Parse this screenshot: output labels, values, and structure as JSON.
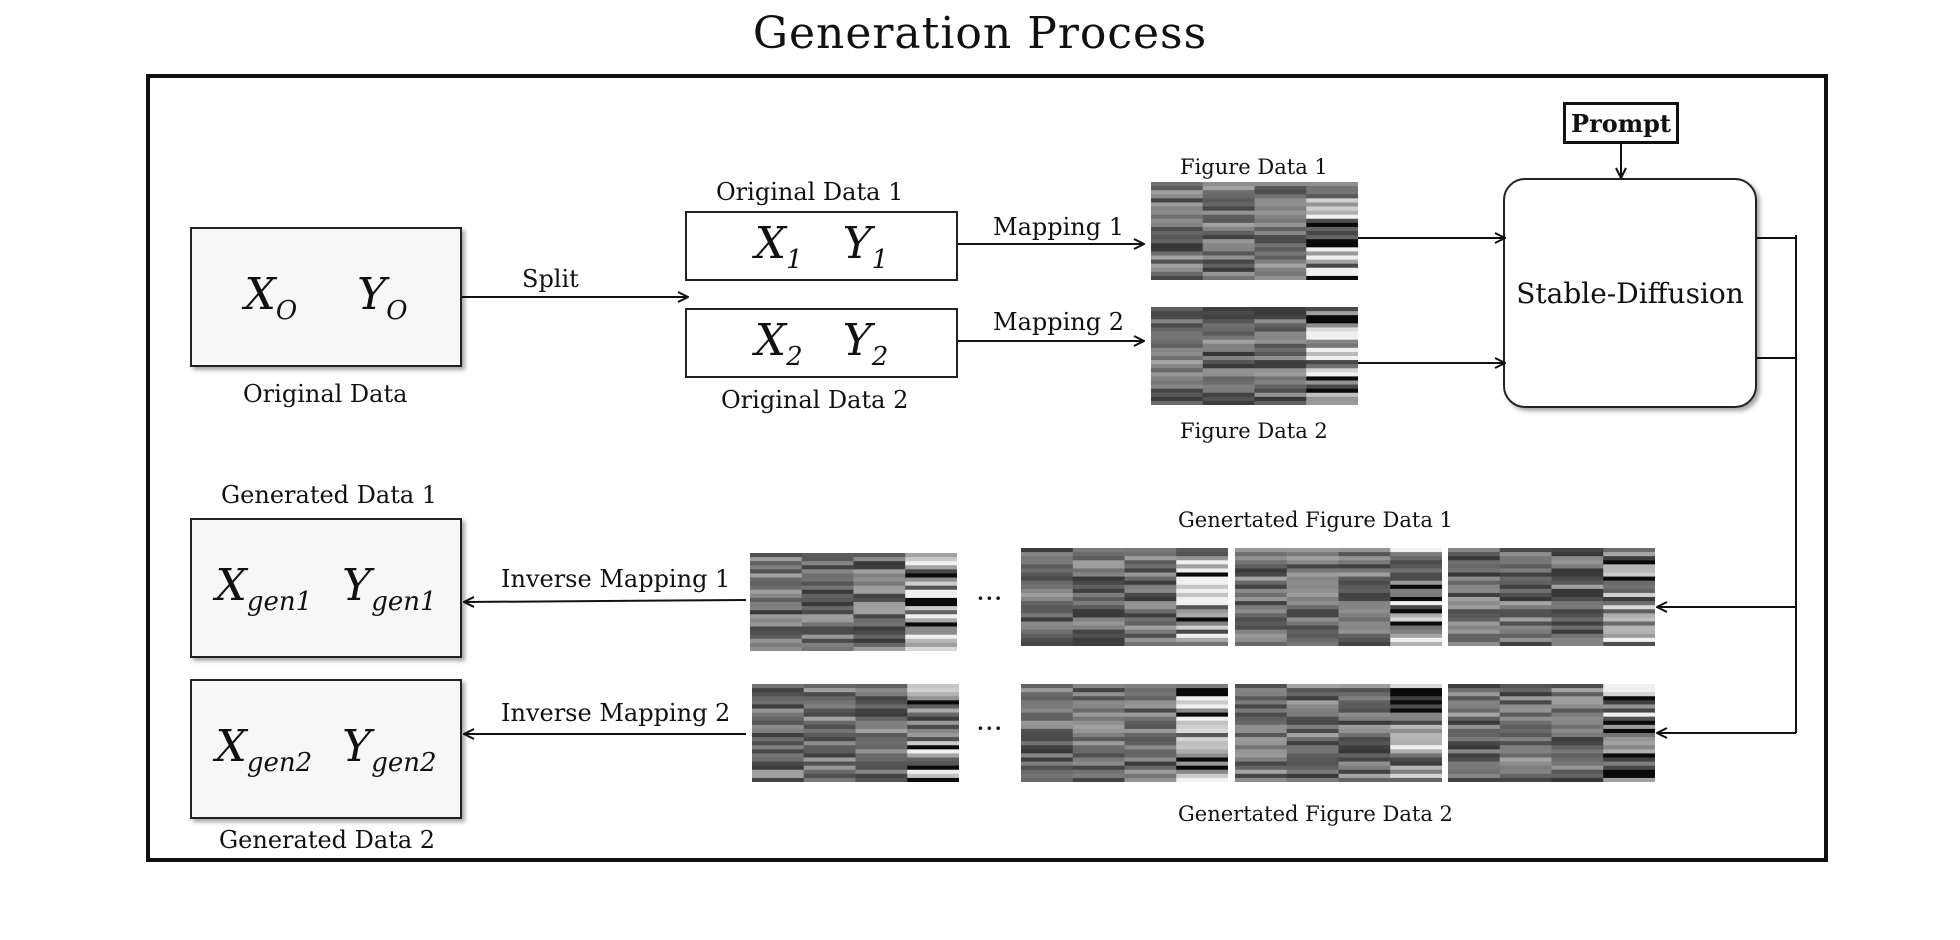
{
  "title": "Generation Process",
  "original": {
    "x": "X",
    "x_sub": "O",
    "y": "Y",
    "y_sub": "O",
    "label": "Original  Data"
  },
  "split_label": "Split",
  "orig1": {
    "x": "X",
    "x_sub": "1",
    "y": "Y",
    "y_sub": "1",
    "label": "Original  Data 1"
  },
  "orig2": {
    "x": "X",
    "x_sub": "2",
    "y": "Y",
    "y_sub": "2",
    "label": "Original Data 2"
  },
  "mapping1": "Mapping 1",
  "mapping2": "Mapping 2",
  "figure1": "Figure Data 1",
  "figure2": "Figure Data 2",
  "prompt": "Prompt",
  "stable_diffusion": "Stable-Diffusion",
  "gen_figure1": "Genertated Figure Data 1",
  "gen_figure2": "Genertated Figure Data 2",
  "inverse1": "Inverse Mapping 1",
  "inverse2": "Inverse Mapping 2",
  "ellipsis": "···",
  "gen1": {
    "x": "X",
    "x_sub": "gen1",
    "y": "Y",
    "y_sub": "gen1",
    "label": "Generated  Data 1"
  },
  "gen2": {
    "x": "X",
    "x_sub": "gen2",
    "y": "Y",
    "y_sub": "gen2",
    "label": "Generated  Data 2"
  }
}
